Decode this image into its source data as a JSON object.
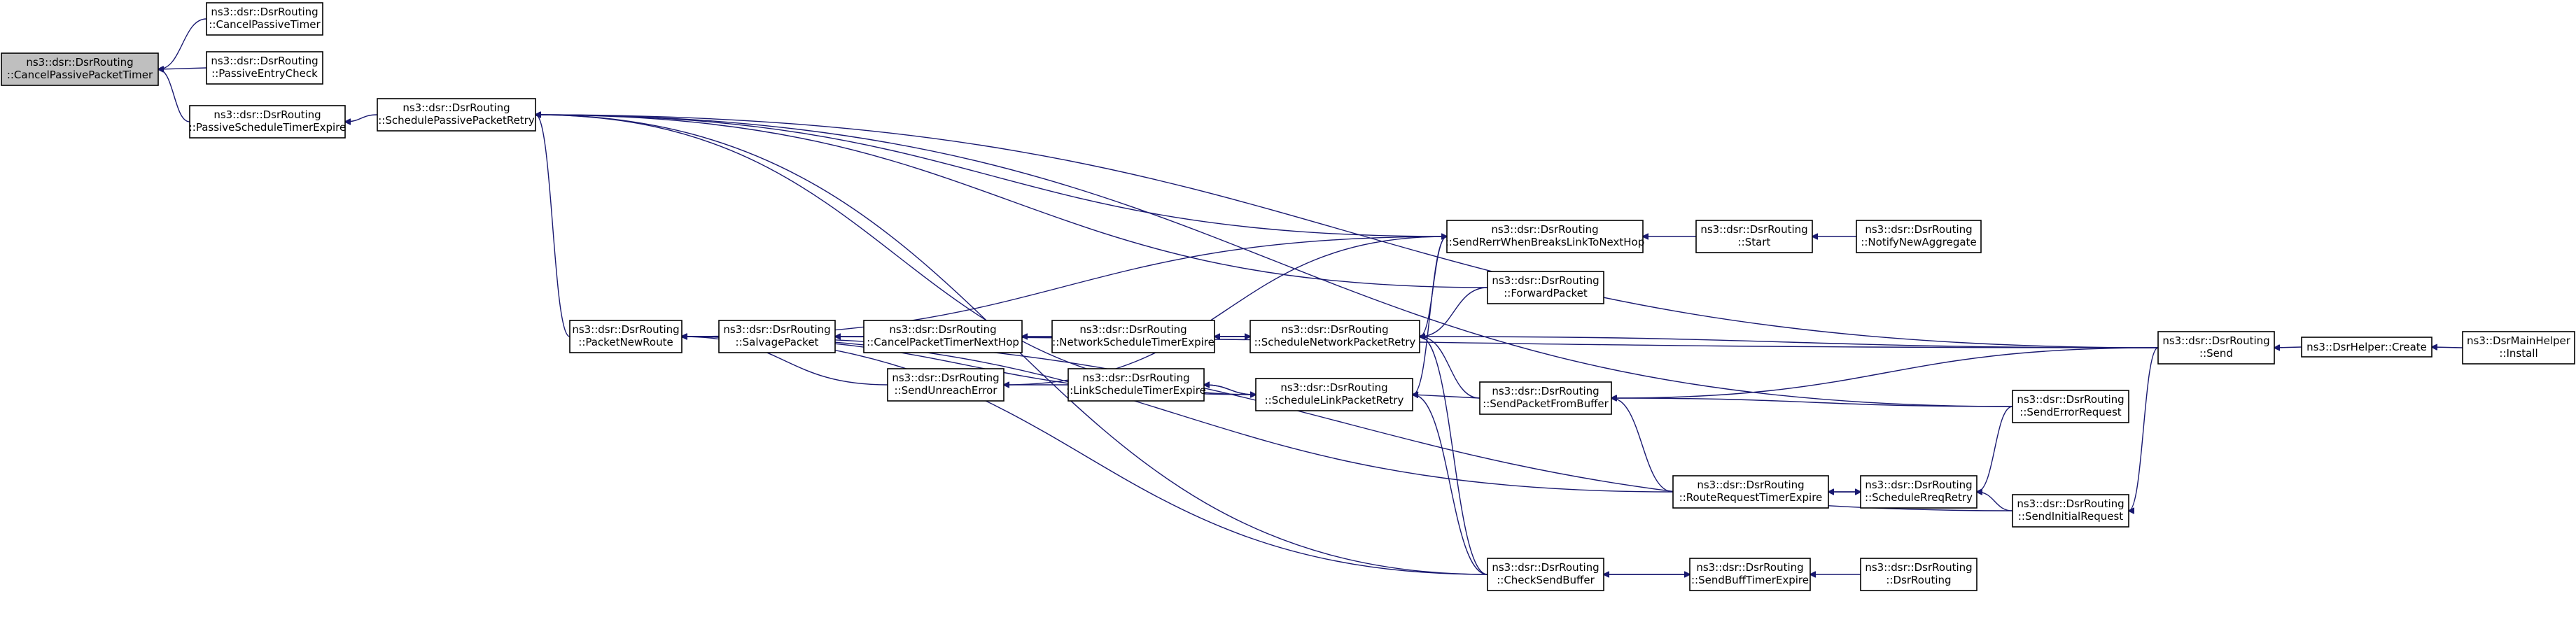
{
  "diagram": {
    "type": "call-graph",
    "nodes": [
      {
        "id": "cancelPassivePacketTimer",
        "line1": "ns3::dsr::DsrRouting",
        "line2": "::CancelPassivePacketTimer",
        "root": true
      },
      {
        "id": "cancelPassiveTimer",
        "line1": "ns3::dsr::DsrRouting",
        "line2": "::CancelPassiveTimer"
      },
      {
        "id": "passiveEntryCheck",
        "line1": "ns3::dsr::DsrRouting",
        "line2": "::PassiveEntryCheck"
      },
      {
        "id": "passiveScheduleTimerExpire",
        "line1": "ns3::dsr::DsrRouting",
        "line2": "::PassiveScheduleTimerExpire"
      },
      {
        "id": "schedulePassivePacketRetry",
        "line1": "ns3::dsr::DsrRouting",
        "line2": "::SchedulePassivePacketRetry"
      },
      {
        "id": "packetNewRoute",
        "line1": "ns3::dsr::DsrRouting",
        "line2": "::PacketNewRoute"
      },
      {
        "id": "salvagePacket",
        "line1": "ns3::dsr::DsrRouting",
        "line2": "::SalvagePacket"
      },
      {
        "id": "cancelPacketTimerNextHop",
        "line1": "ns3::dsr::DsrRouting",
        "line2": "::CancelPacketTimerNextHop"
      },
      {
        "id": "sendUnreachError",
        "line1": "ns3::dsr::DsrRouting",
        "line2": "::SendUnreachError"
      },
      {
        "id": "networkScheduleTimerExpire",
        "line1": "ns3::dsr::DsrRouting",
        "line2": "::NetworkScheduleTimerExpire"
      },
      {
        "id": "linkScheduleTimerExpire",
        "line1": "ns3::dsr::DsrRouting",
        "line2": "::LinkScheduleTimerExpire"
      },
      {
        "id": "scheduleNetworkPacketRetry",
        "line1": "ns3::dsr::DsrRouting",
        "line2": "::ScheduleNetworkPacketRetry"
      },
      {
        "id": "scheduleLinkPacketRetry",
        "line1": "ns3::dsr::DsrRouting",
        "line2": "::ScheduleLinkPacketRetry"
      },
      {
        "id": "sendRerrWhenBreaksLinkToNextHop",
        "line1": "ns3::dsr::DsrRouting",
        "line2": "::SendRerrWhenBreaksLinkToNextHop"
      },
      {
        "id": "forwardPacket",
        "line1": "ns3::dsr::DsrRouting",
        "line2": "::ForwardPacket"
      },
      {
        "id": "sendPacketFromBuffer",
        "line1": "ns3::dsr::DsrRouting",
        "line2": "::SendPacketFromBuffer"
      },
      {
        "id": "checkSendBuffer",
        "line1": "ns3::dsr::DsrRouting",
        "line2": "::CheckSendBuffer"
      },
      {
        "id": "start",
        "line1": "ns3::dsr::DsrRouting",
        "line2": "::Start"
      },
      {
        "id": "notifyNewAggregate",
        "line1": "ns3::dsr::DsrRouting",
        "line2": "::NotifyNewAggregate"
      },
      {
        "id": "routeRequestTimerExpire",
        "line1": "ns3::dsr::DsrRouting",
        "line2": "::RouteRequestTimerExpire"
      },
      {
        "id": "scheduleRreqRetry",
        "line1": "ns3::dsr::DsrRouting",
        "line2": "::ScheduleRreqRetry"
      },
      {
        "id": "sendBuffTimerExpire",
        "line1": "ns3::dsr::DsrRouting",
        "line2": "::SendBuffTimerExpire"
      },
      {
        "id": "dsrRouting",
        "line1": "ns3::dsr::DsrRouting",
        "line2": "::DsrRouting"
      },
      {
        "id": "send",
        "line1": "ns3::dsr::DsrRouting",
        "line2": "::Send"
      },
      {
        "id": "sendErrorRequest",
        "line1": "ns3::dsr::DsrRouting",
        "line2": "::SendErrorRequest"
      },
      {
        "id": "sendInitialRequest",
        "line1": "ns3::dsr::DsrRouting",
        "line2": "::SendInitialRequest"
      },
      {
        "id": "dsrHelperCreate",
        "line1": "ns3::DsrHelper::Create",
        "line2": ""
      },
      {
        "id": "dsrMainHelperInstall",
        "line1": "ns3::DsrMainHelper",
        "line2": "::Install"
      }
    ],
    "edges": [
      {
        "from": "cancelPassiveTimer",
        "to": "cancelPassivePacketTimer"
      },
      {
        "from": "passiveEntryCheck",
        "to": "cancelPassivePacketTimer"
      },
      {
        "from": "passiveScheduleTimerExpire",
        "to": "cancelPassivePacketTimer"
      },
      {
        "from": "schedulePassivePacketRetry",
        "to": "passiveScheduleTimerExpire"
      },
      {
        "from": "packetNewRoute",
        "to": "schedulePassivePacketRetry"
      },
      {
        "from": "sendRerrWhenBreaksLinkToNextHop",
        "to": "schedulePassivePacketRetry"
      },
      {
        "from": "forwardPacket",
        "to": "schedulePassivePacketRetry"
      },
      {
        "from": "send",
        "to": "schedulePassivePacketRetry"
      },
      {
        "from": "checkSendBuffer",
        "to": "schedulePassivePacketRetry"
      },
      {
        "from": "scheduleLinkPacketRetry",
        "to": "schedulePassivePacketRetry"
      },
      {
        "from": "salvagePacket",
        "to": "packetNewRoute"
      },
      {
        "from": "sendUnreachError",
        "to": "packetNewRoute"
      },
      {
        "from": "scheduleNetworkPacketRetry",
        "to": "packetNewRoute"
      },
      {
        "from": "scheduleLinkPacketRetry",
        "to": "packetNewRoute"
      },
      {
        "from": "sendRerrWhenBreaksLinkToNextHop",
        "to": "packetNewRoute"
      },
      {
        "from": "routeRequestTimerExpire",
        "to": "packetNewRoute"
      },
      {
        "from": "checkSendBuffer",
        "to": "packetNewRoute"
      },
      {
        "from": "sendInitialRequest",
        "to": "packetNewRoute"
      },
      {
        "from": "send",
        "to": "packetNewRoute"
      },
      {
        "from": "cancelPacketTimerNextHop",
        "to": "salvagePacket"
      },
      {
        "from": "networkScheduleTimerExpire",
        "to": "cancelPacketTimerNextHop"
      },
      {
        "from": "linkScheduleTimerExpire",
        "to": "sendUnreachError"
      },
      {
        "from": "scheduleNetworkPacketRetry",
        "to": "networkScheduleTimerExpire"
      },
      {
        "from": "scheduleLinkPacketRetry",
        "to": "linkScheduleTimerExpire"
      },
      {
        "from": "networkScheduleTimerExpire",
        "to": "scheduleNetworkPacketRetry"
      },
      {
        "from": "linkScheduleTimerExpire",
        "to": "scheduleLinkPacketRetry"
      },
      {
        "from": "sendRerrWhenBreaksLinkToNextHop",
        "to": "scheduleNetworkPacketRetry"
      },
      {
        "from": "forwardPacket",
        "to": "scheduleNetworkPacketRetry"
      },
      {
        "from": "sendPacketFromBuffer",
        "to": "scheduleNetworkPacketRetry"
      },
      {
        "from": "checkSendBuffer",
        "to": "scheduleNetworkPacketRetry"
      },
      {
        "from": "send",
        "to": "scheduleNetworkPacketRetry"
      },
      {
        "from": "sendPacketFromBuffer",
        "to": "scheduleLinkPacketRetry"
      },
      {
        "from": "checkSendBuffer",
        "to": "scheduleLinkPacketRetry"
      },
      {
        "from": "sendRerrWhenBreaksLinkToNextHop",
        "to": "scheduleLinkPacketRetry"
      },
      {
        "from": "start",
        "to": "sendRerrWhenBreaksLinkToNextHop"
      },
      {
        "from": "notifyNewAggregate",
        "to": "start"
      },
      {
        "from": "send",
        "to": "sendPacketFromBuffer"
      },
      {
        "from": "sendErrorRequest",
        "to": "sendPacketFromBuffer"
      },
      {
        "from": "routeRequestTimerExpire",
        "to": "sendPacketFromBuffer"
      },
      {
        "from": "sendBuffTimerExpire",
        "to": "checkSendBuffer"
      },
      {
        "from": "checkSendBuffer",
        "to": "sendBuffTimerExpire"
      },
      {
        "from": "dsrRouting",
        "to": "sendBuffTimerExpire"
      },
      {
        "from": "scheduleRreqRetry",
        "to": "routeRequestTimerExpire"
      },
      {
        "from": "routeRequestTimerExpire",
        "to": "scheduleRreqRetry"
      },
      {
        "from": "sendErrorRequest",
        "to": "scheduleRreqRetry"
      },
      {
        "from": "sendInitialRequest",
        "to": "scheduleRreqRetry"
      },
      {
        "from": "send",
        "to": "sendInitialRequest"
      },
      {
        "from": "dsrHelperCreate",
        "to": "send"
      },
      {
        "from": "dsrMainHelperInstall",
        "to": "dsrHelperCreate"
      },
      {
        "from": "sendErrorRequest",
        "to": "schedulePassivePacketRetry"
      },
      {
        "from": "sendUnreachError",
        "to": "sendRerrWhenBreaksLinkToNextHop"
      }
    ]
  }
}
